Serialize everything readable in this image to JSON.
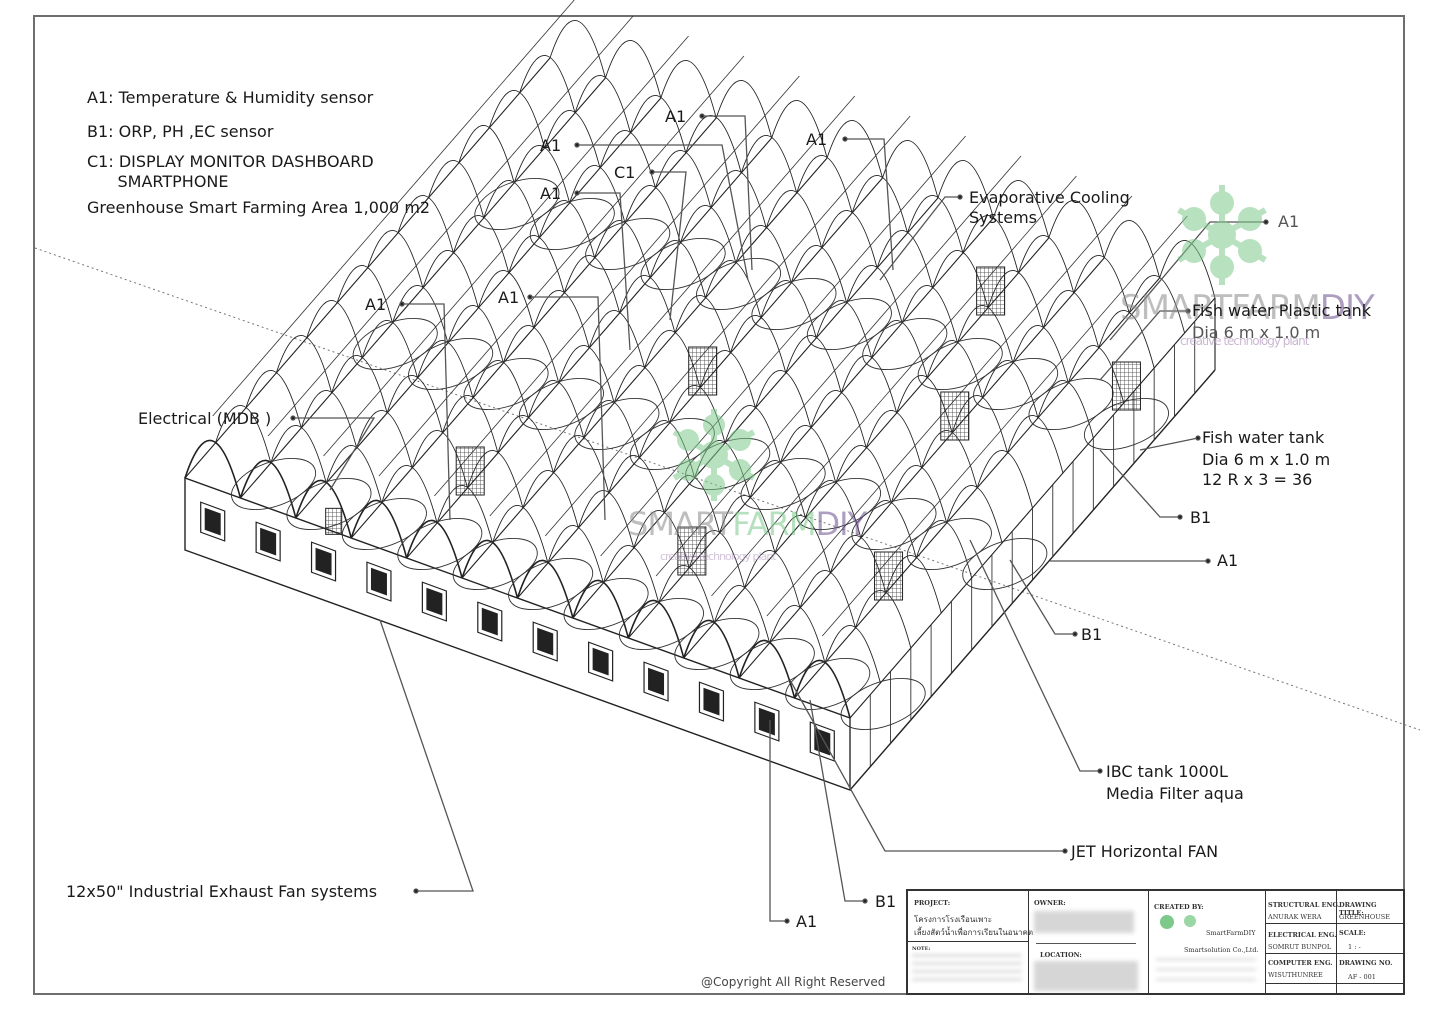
{
  "legend": {
    "a1": "A1: Temperature & Humidity sensor",
    "b1": "B1: ORP, PH ,EC sensor",
    "c1_line1": "C1: DISPLAY MONITOR DASHBOARD",
    "c1_line2": "      SMARTPHONE",
    "area": "Greenhouse Smart Farming Area 1,000 m2"
  },
  "callouts": {
    "a1": "A1",
    "b1": "B1",
    "c1": "C1",
    "evaporative_line1": "Evaporative Cooling",
    "evaporative_line2": "Systems",
    "plastic_tank_line1": "Fish water Plastic tank",
    "plastic_tank_line2": "Dia 6 m x 1.0 m",
    "fish_tank_line1": "Fish water tank",
    "fish_tank_line2": "Dia 6 m x 1.0 m",
    "fish_tank_line3": "12 R x 3 = 36",
    "ibc_line1": "IBC tank 1000L",
    "ibc_line2": "Media Filter aqua",
    "jet_fan": "JET Horizontal FAN",
    "electrical": "Electrical (MDB )",
    "exhaust_fan": "12x50\" Industrial Exhaust Fan systems"
  },
  "watermark": {
    "brand_part1": "SMART",
    "brand_part2": "FARM",
    "brand_part3": "DIY",
    "tagline": "creative technology plant",
    "colors": {
      "leaf": "#7cc98a",
      "gray": "#8a8a8a",
      "purple": "#6b4f8e"
    }
  },
  "copyright": "@Copyright All Right Reserved",
  "title_block": {
    "project_label": "PROJECT:",
    "project_line1": "โครงการโรงเรือนเพาะ",
    "project_line2": "เลี้ยงสัตว์น้ำเพื่อการเรียนในอนาคต",
    "notes_label": "NOTE:",
    "owner_label": "OWNER:",
    "location_label": "LOCATION:",
    "created_by_label": "CREATED BY:",
    "company1": "SmartFarmDIY",
    "company2": "Smartsolution Co.,Ltd.",
    "structural_label": "STRUCTURAL ENG.",
    "structural_name": "ANURAK WERA",
    "electrical_label": "ELECTRICAL ENG.",
    "electrical_name": "SOMRUT BUNPOL",
    "computer_label": "COMPUTER ENG.",
    "computer_name": "WISUTHUNREE",
    "drawing_title_label": "DRAWING TITLE:",
    "drawing_title": "GREENHOUSE",
    "scale_label": "SCALE:",
    "scale": "1 : -",
    "drawing_no_label": "DRAWING NO.",
    "drawing_no": "AF - 001"
  }
}
